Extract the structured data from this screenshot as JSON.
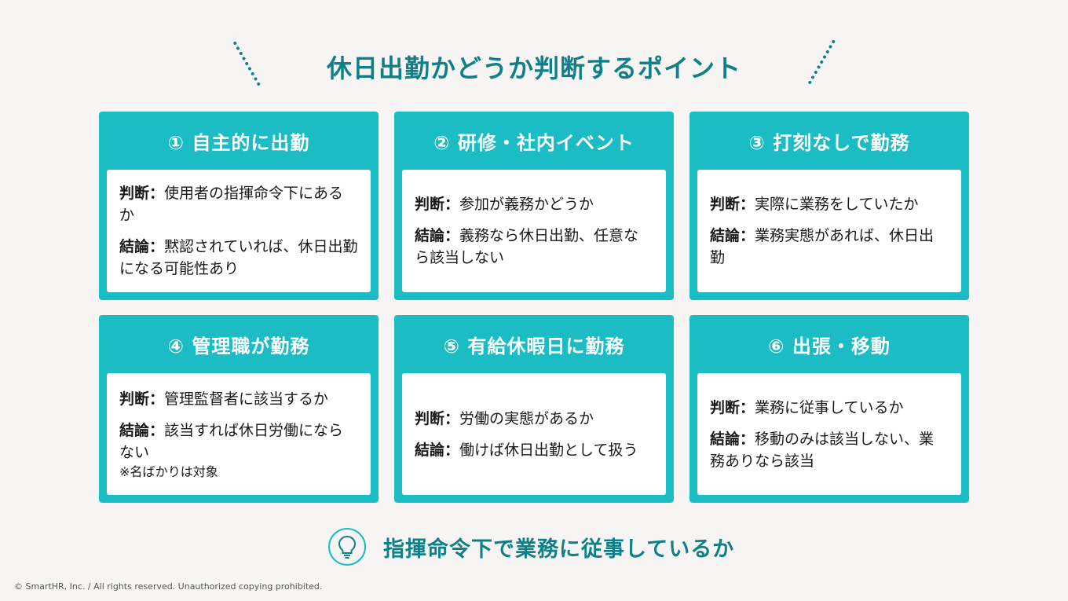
{
  "title": "休日出勤かどうか判断するポイント",
  "cards": [
    {
      "title": "① 自主的に出勤",
      "judge_label": "判断",
      "judge": "使用者の指揮命令下にあるか",
      "conclusion_label": "結論",
      "conclusion": "黙認されていれば、休日出勤になる可能性あり",
      "note": ""
    },
    {
      "title": "② 研修・社内イベント",
      "judge_label": "判断",
      "judge": "参加が義務かどうか",
      "conclusion_label": "結論",
      "conclusion": "義務なら休日出勤、任意なら該当しない",
      "note": ""
    },
    {
      "title": "③ 打刻なしで勤務",
      "judge_label": "判断",
      "judge": "実際に業務をしていたか",
      "conclusion_label": "結論",
      "conclusion": "業務実態があれば、休日出勤",
      "note": ""
    },
    {
      "title": "④ 管理職が勤務",
      "judge_label": "判断",
      "judge": "管理監督者に該当するか",
      "conclusion_label": "結論",
      "conclusion": "該当すれば休日労働にならない",
      "note": "※名ばかりは対象"
    },
    {
      "title": "⑤ 有給休暇日に勤務",
      "judge_label": "判断",
      "judge": "労働の実態があるか",
      "conclusion_label": "結論",
      "conclusion": "働けば休日出勤として扱う",
      "note": ""
    },
    {
      "title": "⑥ 出張・移動",
      "judge_label": "判断",
      "judge": "業務に従事しているか",
      "conclusion_label": "結論",
      "conclusion": "移動のみは該当しない、業務ありなら該当",
      "note": ""
    }
  ],
  "bottom": {
    "icon": "lightbulb-icon",
    "text": "指揮命令下で業務に従事しているか"
  },
  "copyright": "© SmartHR, Inc. / All rights reserved. Unauthorized copying prohibited.",
  "colors": {
    "accent": "#1bbcc4",
    "title": "#0f7f88",
    "background": "#f6f5f3"
  }
}
